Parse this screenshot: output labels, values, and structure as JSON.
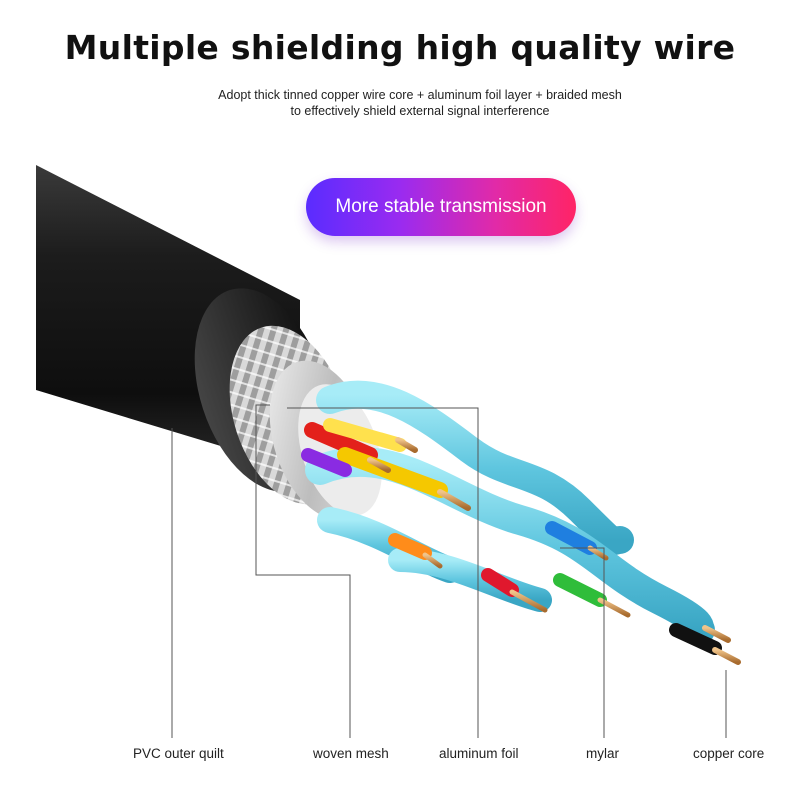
{
  "title": "Multiple shielding high quality wire",
  "subtitle_line1": "Adopt thick tinned copper wire core + aluminum foil layer + braided mesh",
  "subtitle_line2": "to effectively shield external signal interference",
  "badge": "More stable transmission",
  "labels": {
    "pvc": "PVC outer quilt",
    "mesh": "woven mesh",
    "foil": "aluminum foil",
    "mylar": "mylar",
    "copper": "copper core"
  },
  "colors": {
    "jacket": "#1a1a1a",
    "pair_insulation": "#6fd0e6",
    "badge_start": "#5a2cff",
    "badge_end": "#ff2466"
  }
}
